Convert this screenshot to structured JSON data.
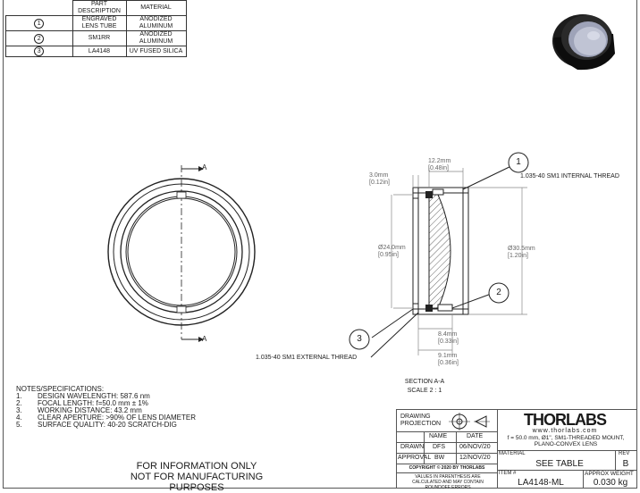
{
  "parts_table": {
    "headers": [
      "PART DESCRIPTION",
      "MATERIAL"
    ],
    "rows": [
      {
        "num": "1",
        "description": "ENGRAVED LENS TUBE",
        "material": "ANODIZED ALUMINUM"
      },
      {
        "num": "2",
        "description": "SM1RR",
        "material": "ANODIZED ALUMINUM"
      },
      {
        "num": "3",
        "description": "LA4148",
        "material": "UV FUSED SILICA"
      }
    ]
  },
  "front_view": {
    "section_marker": "A"
  },
  "section_view": {
    "callouts": [
      "1",
      "2",
      "3"
    ],
    "internal_thread": "1.035-40 SM1 INTERNAL THREAD",
    "external_thread": "1.035-40 SM1 EXTERNAL THREAD",
    "dims": {
      "top_width": [
        "12.2mm",
        "[0.48in]"
      ],
      "left_thread": [
        "3.0mm",
        "[0.12in]"
      ],
      "inner_dia": [
        "Ø24.0mm",
        "[0.95in]"
      ],
      "outer_dia": [
        "Ø30.5mm",
        "[1.20in]"
      ],
      "bottom_1": [
        "8.4mm",
        "[0.33in]"
      ],
      "bottom_2": [
        "9.1mm",
        "[0.36in]"
      ]
    },
    "label": "SECTION A-A",
    "scale": "SCALE 2 : 1"
  },
  "notes": {
    "title": "NOTES/SPECIFICATIONS:",
    "items": [
      {
        "n": "1.",
        "text": "DESIGN WAVELENGTH: 587.6 nm"
      },
      {
        "n": "2.",
        "text": "FOCAL LENGTH: f=50.0 mm ± 1%"
      },
      {
        "n": "3.",
        "text": "WORKING DISTANCE: 43.2 mm"
      },
      {
        "n": "4.",
        "text": "CLEAR APERTURE: >90% OF LENS DIAMETER"
      },
      {
        "n": "5.",
        "text": "SURFACE QUALITY: 40-20 SCRATCH-DIG"
      }
    ]
  },
  "disclaimer": [
    "FOR INFORMATION ONLY",
    "NOT FOR MANUFACTURING PURPOSES"
  ],
  "title_block": {
    "projection_label": "DRAWING PROJECTION",
    "name_header": "NAME",
    "date_header": "DATE",
    "drawn_label": "DRAWN",
    "drawn_name": "DFS",
    "drawn_date": "06/NOV/20",
    "approval_label": "APPROVAL",
    "approval_name": "BW",
    "approval_date": "12/NOV/20",
    "copyright": "COPYRIGHT © 2020 BY THORLABS",
    "parenthesis_note": "VALUES IN PARENTHESIS ARE CALCULATED AND MAY CONTAIN ROUNDOFF ERRORS",
    "brand": "THORLABS",
    "website": "www.thorlabs.com",
    "description": "f = 50.0 mm, Ø1\", SM1-THREADED MOUNT, PLANO-CONVEX LENS",
    "material_label": "MATERIAL",
    "material_value": "SEE TABLE",
    "rev_label": "REV",
    "rev_value": "B",
    "item_label": "ITEM #",
    "item_value": "LA4148-ML",
    "weight_label": "APPROX WEIGHT",
    "weight_value": "0.030 kg"
  },
  "colors": {
    "line": "#222222",
    "dim": "#888888",
    "lens_gray": "#c6cad8"
  }
}
